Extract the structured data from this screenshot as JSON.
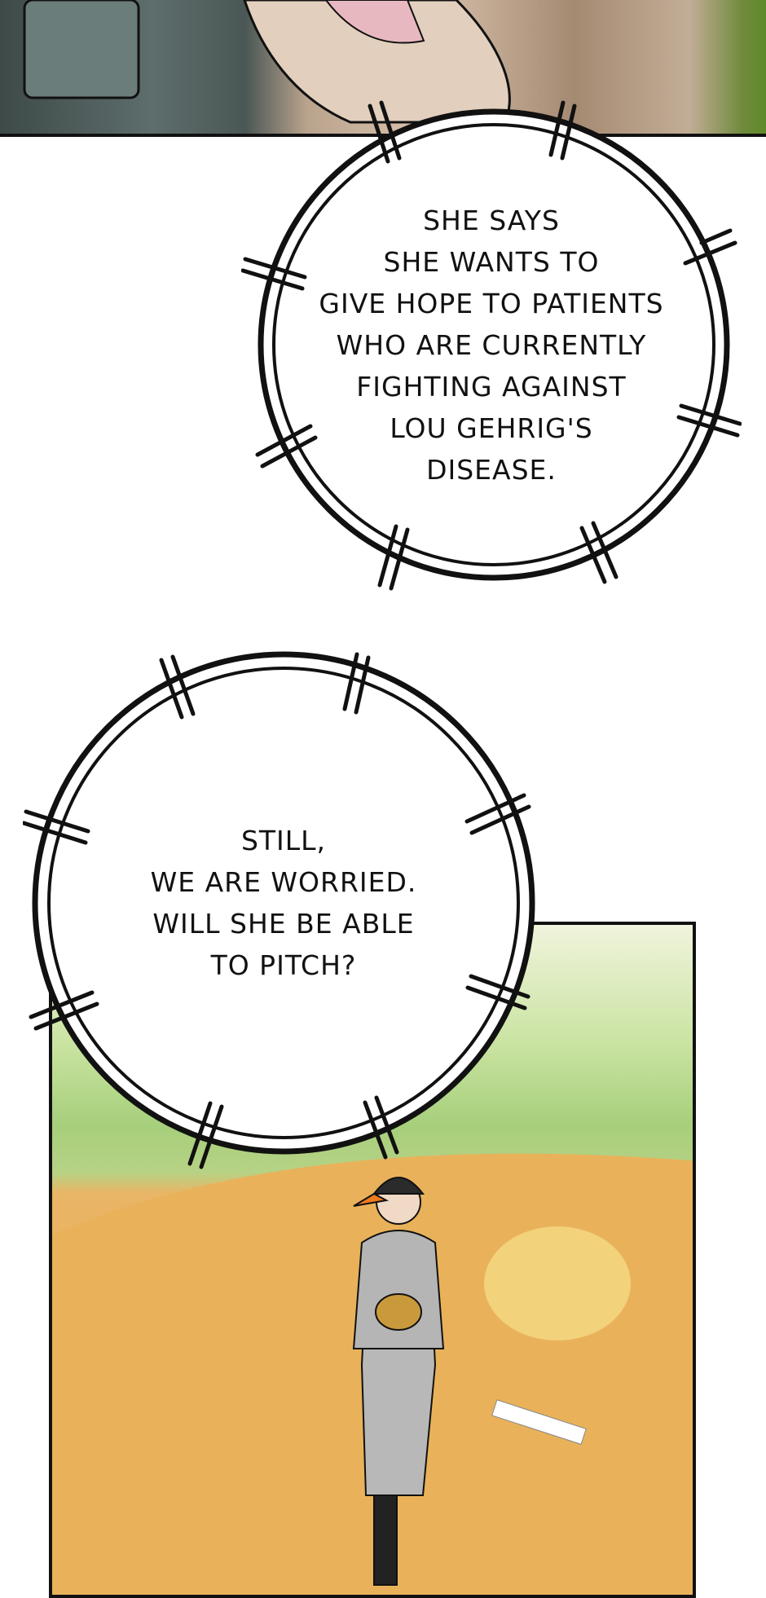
{
  "bubble_1": {
    "lines": [
      "SHE SAYS",
      "SHE WANTS TO",
      "GIVE HOPE TO PATIENTS",
      "WHO ARE CURRENTLY",
      "FIGHTING AGAINST",
      "LOU GEHRIG'S",
      "DISEASE."
    ]
  },
  "bubble_2": {
    "lines": [
      "STILL,",
      "WE ARE WORRIED.",
      "WILL SHE BE ABLE",
      "TO PITCH?"
    ]
  },
  "colors": {
    "outline": "#111111",
    "field": "#e8ad52",
    "grass": "#a6cf7b",
    "cap": "#2b2b2b",
    "accent": "#f07a1e"
  }
}
